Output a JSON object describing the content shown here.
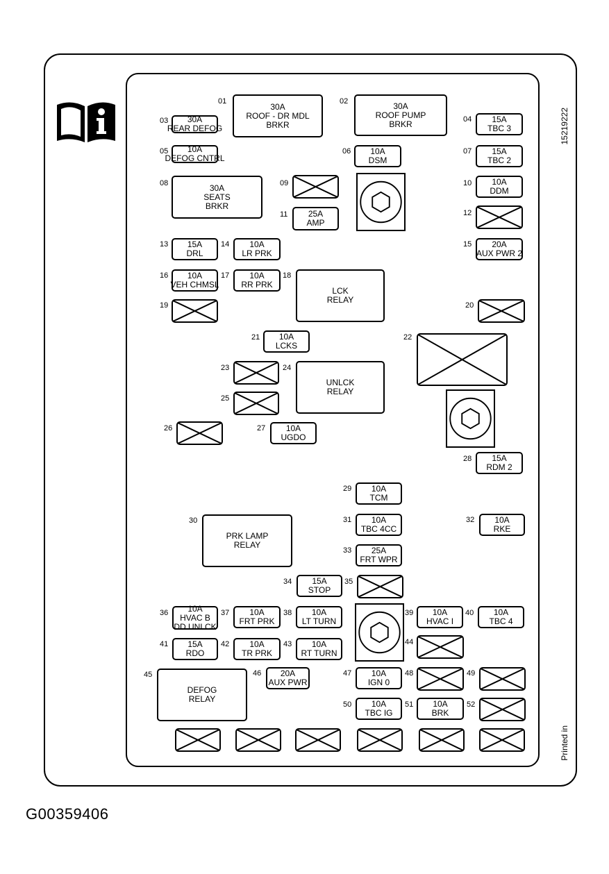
{
  "figure_id": "G00359406",
  "doc_code": "15219222",
  "printed_in": "Printed in",
  "icon": "owner-manual-info-icon",
  "items": [
    {
      "id": "01",
      "lines": [
        "30A",
        "ROOF - DR MDL",
        "BRKR"
      ]
    },
    {
      "id": "02",
      "lines": [
        "30A",
        "ROOF PUMP",
        "BRKR"
      ]
    },
    {
      "id": "03",
      "lines": [
        "30A",
        "REAR DEFOG"
      ]
    },
    {
      "id": "04",
      "lines": [
        "15A",
        "TBC 3"
      ]
    },
    {
      "id": "05",
      "lines": [
        "10A",
        "DEFOG CNTRL"
      ]
    },
    {
      "id": "06",
      "lines": [
        "10A",
        "DSM"
      ]
    },
    {
      "id": "07",
      "lines": [
        "15A",
        "TBC 2"
      ]
    },
    {
      "id": "08",
      "lines": [
        "30A",
        "SEATS",
        "BRKR"
      ]
    },
    {
      "id": "09",
      "lines": []
    },
    {
      "id": "10",
      "lines": [
        "10A",
        "DDM"
      ]
    },
    {
      "id": "11",
      "lines": [
        "25A",
        "AMP"
      ]
    },
    {
      "id": "12",
      "lines": []
    },
    {
      "id": "13",
      "lines": [
        "15A",
        "DRL"
      ]
    },
    {
      "id": "14",
      "lines": [
        "10A",
        "LR PRK"
      ]
    },
    {
      "id": "15",
      "lines": [
        "20A",
        "AUX PWR 2"
      ]
    },
    {
      "id": "16",
      "lines": [
        "10A",
        "VEH CHMSL"
      ]
    },
    {
      "id": "17",
      "lines": [
        "10A",
        "RR PRK"
      ]
    },
    {
      "id": "18",
      "lines": [
        "LCK",
        "RELAY"
      ]
    },
    {
      "id": "19",
      "lines": []
    },
    {
      "id": "20",
      "lines": []
    },
    {
      "id": "21",
      "lines": [
        "10A",
        "LCKS"
      ]
    },
    {
      "id": "22",
      "lines": []
    },
    {
      "id": "23",
      "lines": []
    },
    {
      "id": "24",
      "lines": [
        "UNLCK",
        "RELAY"
      ]
    },
    {
      "id": "25",
      "lines": []
    },
    {
      "id": "26",
      "lines": []
    },
    {
      "id": "27",
      "lines": [
        "10A",
        "UGDO"
      ]
    },
    {
      "id": "28",
      "lines": [
        "15A",
        "RDM 2"
      ]
    },
    {
      "id": "29",
      "lines": [
        "10A",
        "TCM"
      ]
    },
    {
      "id": "30",
      "lines": [
        "PRK LAMP",
        "RELAY"
      ]
    },
    {
      "id": "31",
      "lines": [
        "10A",
        "TBC 4CC"
      ]
    },
    {
      "id": "32",
      "lines": [
        "10A",
        "RKE"
      ]
    },
    {
      "id": "33",
      "lines": [
        "25A",
        "FRT WPR"
      ]
    },
    {
      "id": "34",
      "lines": [
        "15A",
        "STOP"
      ]
    },
    {
      "id": "35",
      "lines": []
    },
    {
      "id": "36",
      "lines": [
        "10A",
        "HVAC B",
        "DD UNLCK"
      ]
    },
    {
      "id": "37",
      "lines": [
        "10A",
        "FRT PRK"
      ]
    },
    {
      "id": "38",
      "lines": [
        "10A",
        "LT TURN"
      ]
    },
    {
      "id": "39",
      "lines": [
        "10A",
        "HVAC I"
      ]
    },
    {
      "id": "40",
      "lines": [
        "10A",
        "TBC 4"
      ]
    },
    {
      "id": "41",
      "lines": [
        "15A",
        "RDO"
      ]
    },
    {
      "id": "42",
      "lines": [
        "10A",
        "TR PRK"
      ]
    },
    {
      "id": "43",
      "lines": [
        "10A",
        "RT TURN"
      ]
    },
    {
      "id": "44",
      "lines": []
    },
    {
      "id": "45",
      "lines": [
        "DEFOG",
        "RELAY"
      ]
    },
    {
      "id": "46",
      "lines": [
        "20A",
        "AUX PWR"
      ]
    },
    {
      "id": "47",
      "lines": [
        "10A",
        "IGN 0"
      ]
    },
    {
      "id": "48",
      "lines": []
    },
    {
      "id": "49",
      "lines": []
    },
    {
      "id": "50",
      "lines": [
        "10A",
        "TBC IG"
      ]
    },
    {
      "id": "51",
      "lines": [
        "10A",
        "BRK"
      ]
    },
    {
      "id": "52",
      "lines": []
    },
    {
      "id": "",
      "lines": []
    },
    {
      "id": "",
      "lines": []
    },
    {
      "id": "",
      "lines": []
    },
    {
      "id": "",
      "lines": []
    },
    {
      "id": "",
      "lines": []
    },
    {
      "id": "",
      "lines": []
    }
  ]
}
